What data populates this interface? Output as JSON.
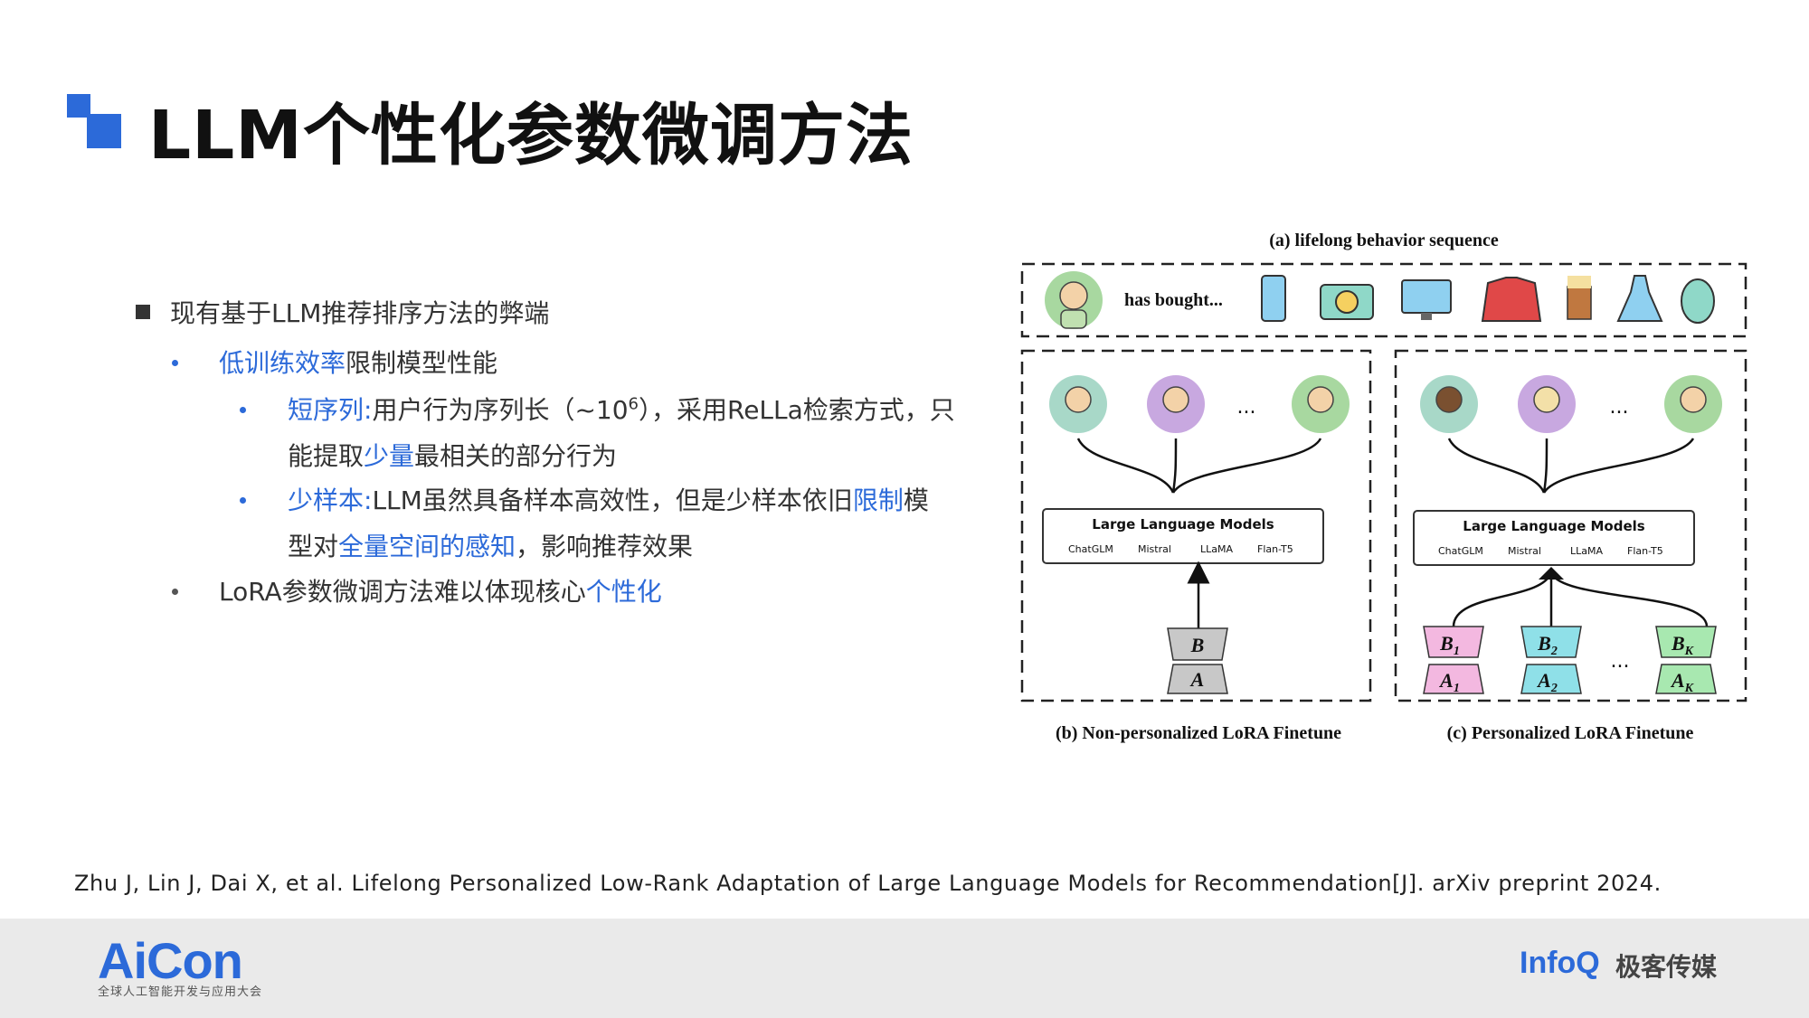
{
  "title": "LLM个性化参数微调方法",
  "bullets": {
    "main": "现有基于LLM推荐排序方法的弊端",
    "sub1": {
      "highlight": "低训练效率",
      "rest": "限制模型性能"
    },
    "sub1a": {
      "highlight": "短序列",
      "colon": ":",
      "text1": "用户行为序列长（~10",
      "sup": "6",
      "text2": "），采用ReLLa检索方式，只",
      "line2_pre": "能提取",
      "line2_highlight": "少量",
      "line2_post": "最相关的部分行为"
    },
    "sub1b": {
      "highlight": "少样本",
      "colon": ":",
      "text1": "LLM虽然具备样本高效性，但是少样本依旧",
      "highlight2": "限制",
      "text2": "模",
      "line2_pre": "型对",
      "line2_highlight": "全量空间的感知",
      "line2_post": "，影响推荐效果"
    },
    "sub2": {
      "text": "LoRA参数微调方法难以体现核心",
      "highlight": "个性化"
    }
  },
  "figure": {
    "caption_a": "(a) lifelong behavior sequence",
    "has_bought": "has bought...",
    "caption_b": "(b) Non-personalized LoRA Finetune",
    "caption_c": "(c) Personalized LoRA Finetune",
    "llm_box_title": "Large Language Models",
    "models": [
      "ChatGLM",
      "Mistral",
      "LLaMA",
      "Flan-T5"
    ],
    "ellipsis": "...",
    "lora_b": "B",
    "lora_a": "A",
    "lora_b1": "B",
    "lora_b1_sub": "1",
    "lora_b2": "B",
    "lora_b2_sub": "2",
    "lora_bk": "B",
    "lora_bk_sub": "K",
    "lora_a1": "A",
    "lora_a1_sub": "1",
    "lora_a2": "A",
    "lora_a2_sub": "2",
    "lora_ak": "A",
    "lora_ak_sub": "K"
  },
  "reference": "Zhu J, Lin J, Dai X, et al. Lifelong Personalized Low-Rank Adaptation of Large Language Models for Recommendation[J]. arXiv preprint 2024.",
  "footer": {
    "aicon_logo": "AiCon",
    "aicon_sub": "全球人工智能开发与应用大会",
    "infoq_logo": "InfoQ",
    "infoq_cn": "极客传媒"
  },
  "colors": {
    "accent": "#2c6ad9",
    "lora_pink": "#f3b8e0",
    "lora_cyan": "#8fe0e8",
    "lora_green": "#a8e8b0",
    "lora_gray": "#c8c8c8"
  }
}
